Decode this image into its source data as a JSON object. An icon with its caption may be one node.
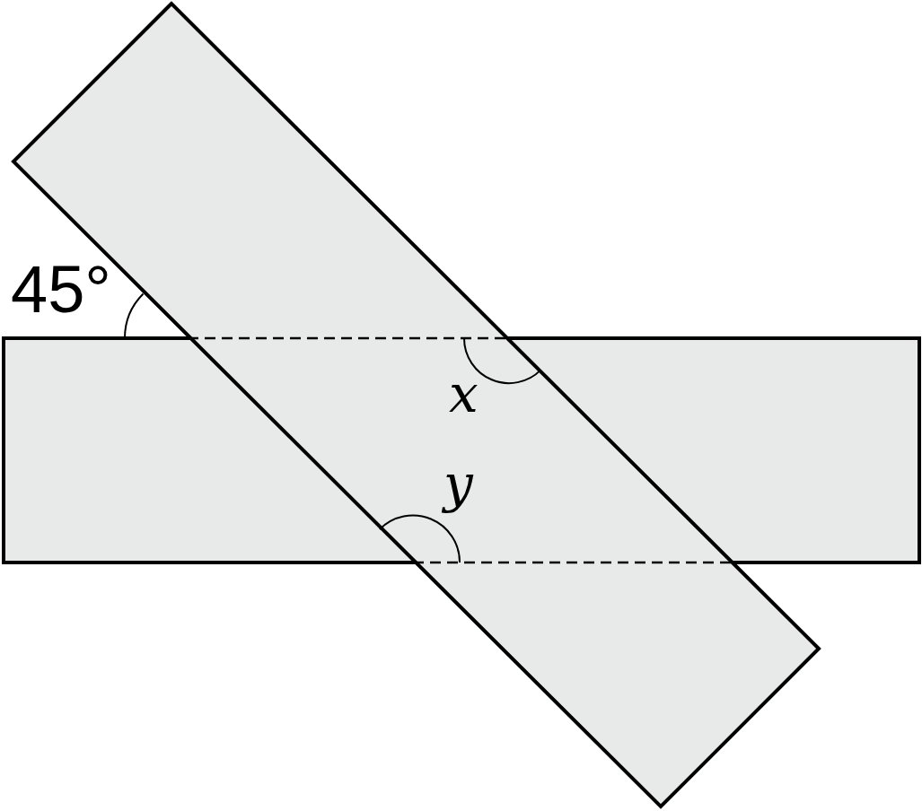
{
  "diagram": {
    "labels": [
      "45°",
      "x",
      "y"
    ]
  }
}
